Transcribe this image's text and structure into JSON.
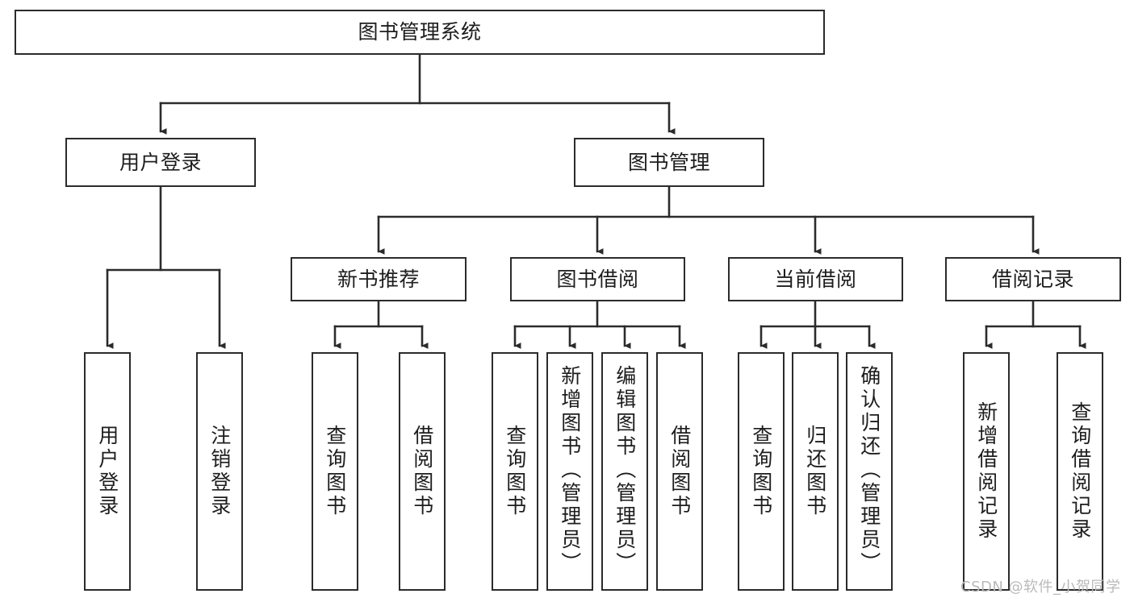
{
  "diagram": {
    "title": "图书管理系统",
    "type": "tree",
    "watermark": "CSDN @软件_小贺同学",
    "colors": {
      "box_border": "#2b2b2b",
      "box_fill": "#ffffff",
      "connector": "#2b2b2b",
      "text": "#1d1d1d",
      "watermark": "#b9b9b9"
    },
    "root": {
      "label": "图书管理系统"
    },
    "level1": [
      {
        "label": "用户登录"
      },
      {
        "label": "图书管理"
      }
    ],
    "level2": [
      {
        "label": "新书推荐",
        "parent": "图书管理"
      },
      {
        "label": "图书借阅",
        "parent": "图书管理"
      },
      {
        "label": "当前借阅",
        "parent": "图书管理"
      },
      {
        "label": "借阅记录",
        "parent": "图书管理"
      }
    ],
    "leaves": {
      "user_login": [
        {
          "label": "用户登录"
        },
        {
          "label": "注销登录"
        }
      ],
      "new_book": [
        {
          "label": "查询图书"
        },
        {
          "label": "借阅图书"
        }
      ],
      "book_borrow": [
        {
          "label": "查询图书"
        },
        {
          "label": "新增图书（管理员）"
        },
        {
          "label": "编辑图书（管理员）"
        },
        {
          "label": "借阅图书"
        }
      ],
      "current_borrow": [
        {
          "label": "查询图书"
        },
        {
          "label": "归还图书"
        },
        {
          "label": "确认归还（管理员）"
        }
      ],
      "borrow_record": [
        {
          "label": "新增借阅记录"
        },
        {
          "label": "查询借阅记录"
        }
      ]
    }
  }
}
